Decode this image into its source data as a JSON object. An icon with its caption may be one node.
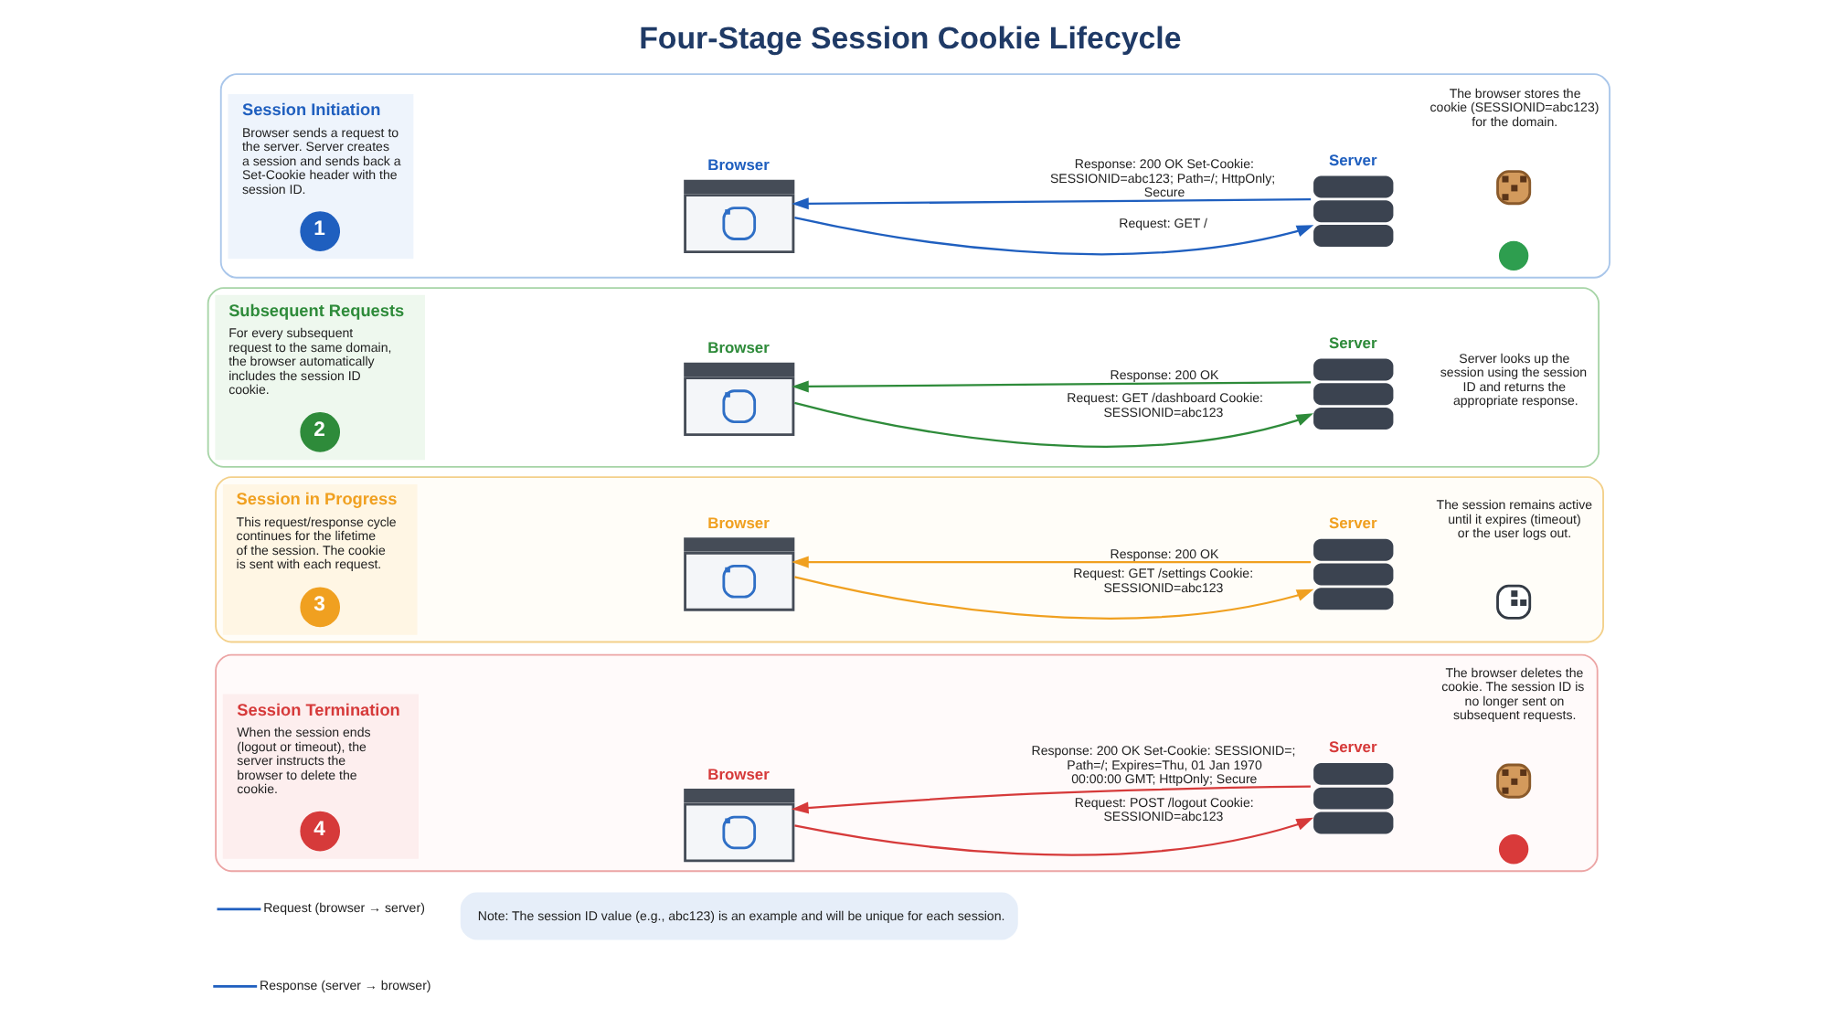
{
  "diagram": {
    "title": "Four-Stage Session Cookie Lifecycle",
    "nodes": [
      {
        "text": [],
        "shape": "box"
      },
      {
        "text": [
          "Session Initiation",
          "Browser sends a request to the server. Server creates a session and sends back a Set-Cookie header with the session ID."
        ],
        "in": 0
      },
      {
        "text": [
          "1"
        ],
        "in": 1
      },
      {
        "text": [
          "Browser"
        ],
        "in": 0
      },
      {
        "text": [
          "Server"
        ],
        "in": 0
      },
      {
        "text": [
          "The browser stores the cookie (SESSIONID=abc123) for the domain."
        ],
        "in": 0
      },
      {
        "text": [],
        "shape": "picture",
        "in": 0
      },
      {
        "text": [],
        "shape": "circle",
        "in": 0
      },
      {
        "text": [],
        "shape": "box"
      },
      {
        "text": [
          "Subsequent Requests",
          "For every subsequent request to the same domain, the browser automatically includes the session ID cookie."
        ],
        "in": 8
      },
      {
        "text": [
          "2"
        ],
        "in": 9
      },
      {
        "text": [
          "Browser"
        ],
        "in": 8
      },
      {
        "text": [
          "Server"
        ],
        "in": 8
      },
      {
        "text": [
          "Server looks up the session using the session ID and returns the appropriate response."
        ],
        "in": 8
      },
      {
        "text": [],
        "shape": "box"
      },
      {
        "text": [
          "Session in Progress",
          "This request/response cycle continues for the lifetime of the session. The cookie is sent with each request."
        ],
        "in": 14
      },
      {
        "text": [
          "3"
        ],
        "in": 15
      },
      {
        "text": [
          "Browser"
        ],
        "in": 14
      },
      {
        "text": [
          "Server"
        ],
        "in": 14
      },
      {
        "text": [
          "The session remains active until it expires (timeout) or the user logs out."
        ],
        "in": 14
      },
      {
        "text": [],
        "shape": "picture",
        "in": 14
      },
      {
        "text": [],
        "shape": "box"
      },
      {
        "text": [
          "Session Termination",
          "When the session ends (logout or timeout), the server instructs the browser to delete the cookie."
        ],
        "in": 21
      },
      {
        "text": [
          "4"
        ],
        "in": 22
      },
      {
        "text": [
          "Browser"
        ],
        "in": 21
      },
      {
        "text": [
          "Server"
        ],
        "in": 21
      },
      {
        "text": [
          "The browser deletes the cookie. The session ID is no longer sent on subsequent requests."
        ],
        "in": 21
      },
      {
        "text": [],
        "shape": "picture",
        "in": 21
      },
      {
        "text": [],
        "shape": "circle",
        "in": 21
      },
      {
        "text": [
          "Note: The session ID value (e.g., abc123) is an example and will be unique for each session."
        ]
      }
    ],
    "edges": [
      {
        "from": 3,
        "to": 4,
        "arrow": "to",
        "label": "Request: GET /",
        "color": "#1f5fbf"
      },
      {
        "from": 4,
        "to": 3,
        "arrow": "to",
        "label": "Response: 200 OK Set-Cookie: SESSIONID=abc123; Path=/; HttpOnly; Secure",
        "color": "#1f5fbf"
      },
      {
        "from": 11,
        "to": 12,
        "arrow": "to",
        "label": "Request: GET /dashboard Cookie: SESSIONID=abc123",
        "color": "#2e8b3a"
      },
      {
        "from": 12,
        "to": 11,
        "arrow": "to",
        "label": "Response: 200 OK",
        "color": "#2e8b3a"
      },
      {
        "from": 17,
        "to": 18,
        "arrow": "to",
        "label": "Request: GET /settings Cookie: SESSIONID=abc123",
        "color": "#f0a020"
      },
      {
        "from": 18,
        "to": 17,
        "arrow": "to",
        "label": "Response: 200 OK",
        "color": "#f0a020"
      },
      {
        "from": 24,
        "to": 25,
        "arrow": "to",
        "label": "Request: POST /logout Cookie: SESSIONID=abc123",
        "color": "#d63a3a"
      },
      {
        "from": 25,
        "to": 24,
        "arrow": "to",
        "label": "Response: 200 OK Set-Cookie: SESSIONID=; Path=/; Expires=Thu, 01 Jan 1970 00:00:00 GMT; HttpOnly; Secure",
        "color": "#d63a3a"
      }
    ],
    "legend": [
      {
        "text": "Request (browser → server)"
      },
      {
        "text": "Response (server → browser)"
      }
    ]
  }
}
